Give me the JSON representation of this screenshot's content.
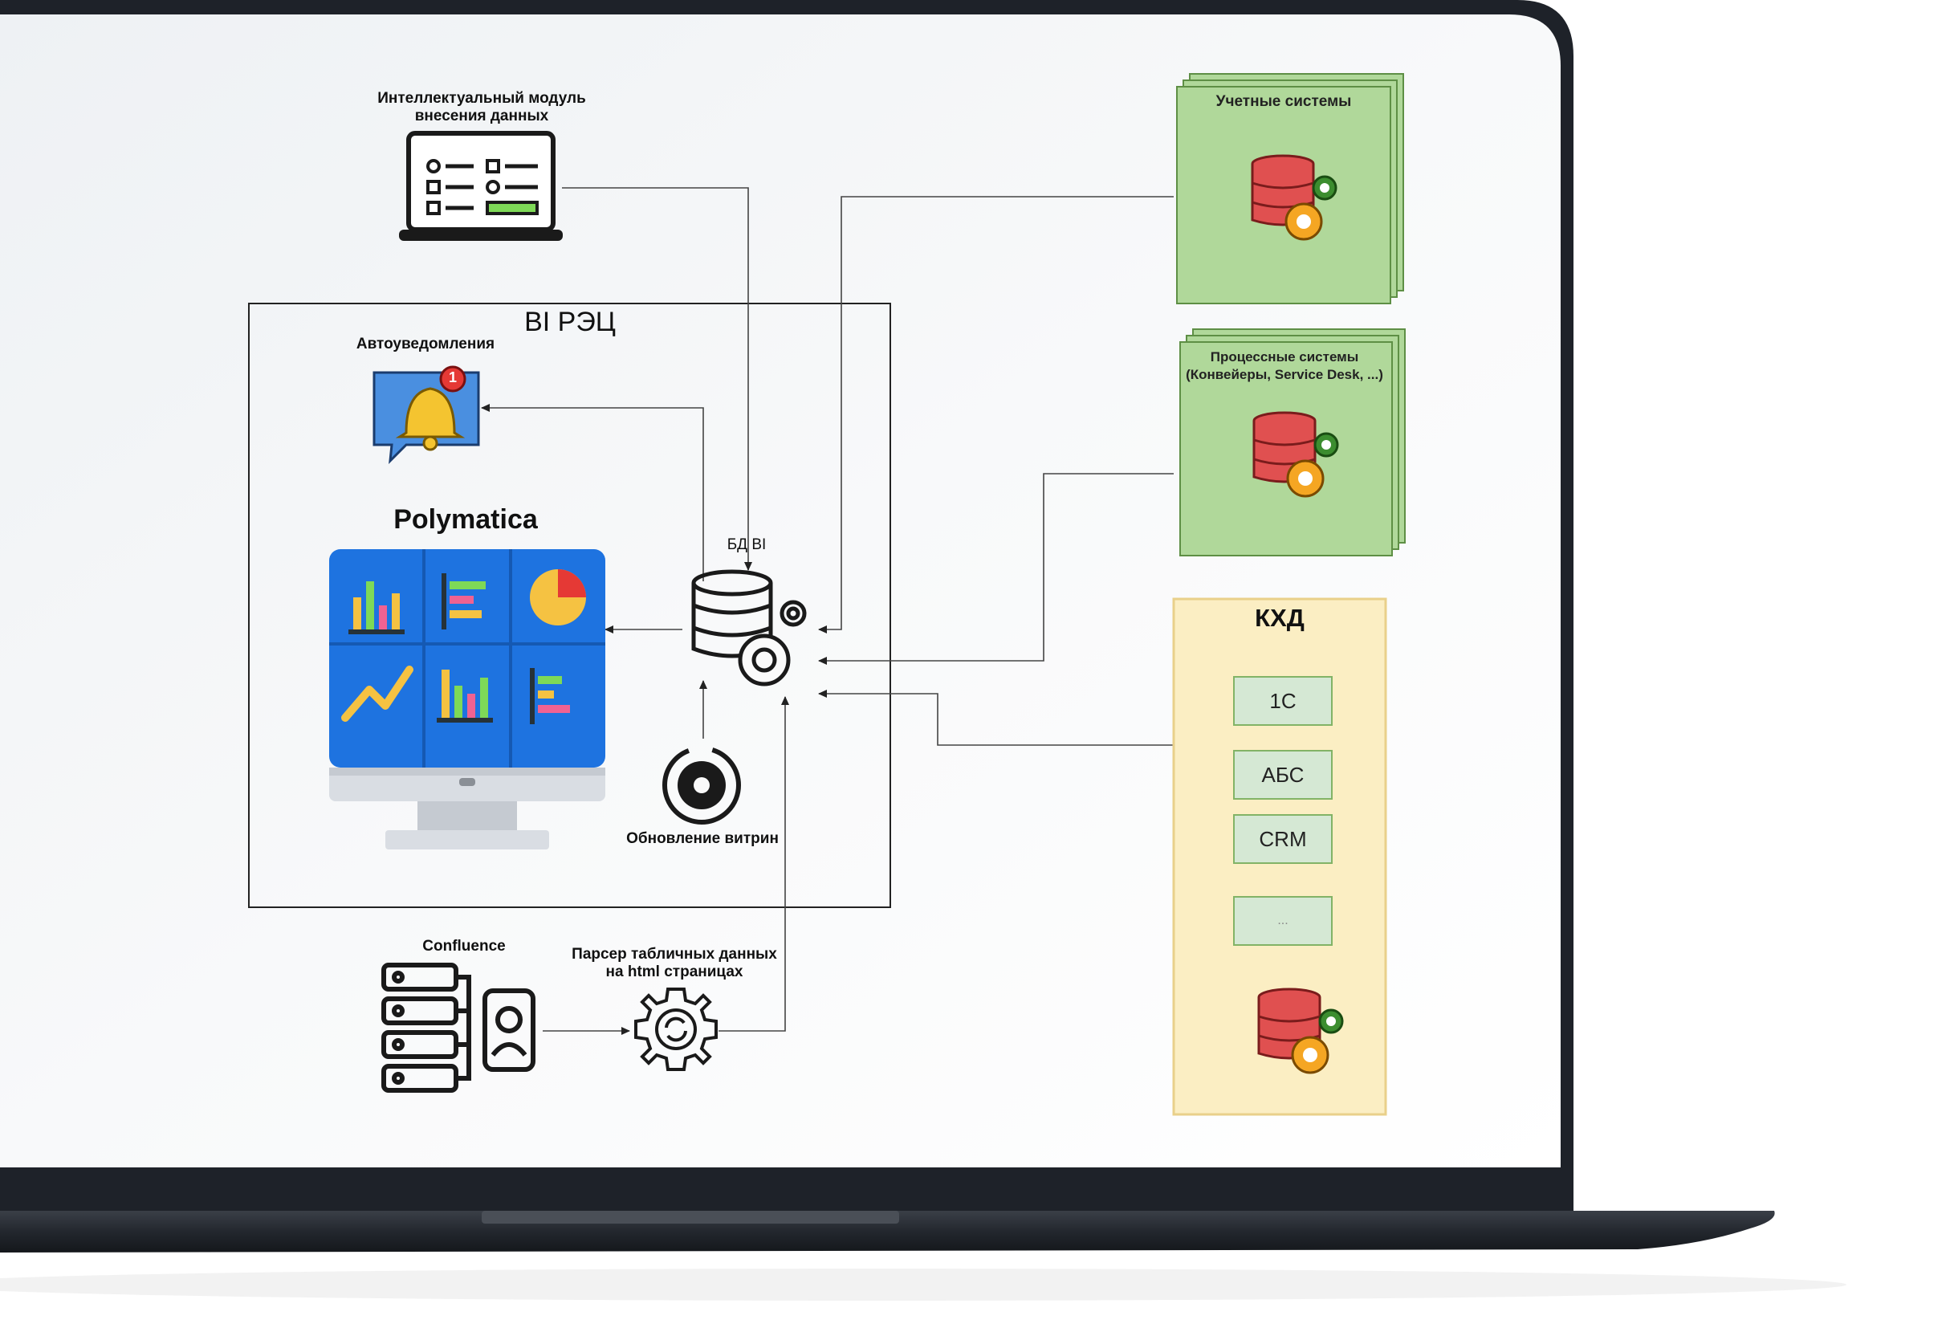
{
  "diagram": {
    "modules": {
      "input_module_label_line1": "Интеллектуальный модуль",
      "input_module_label_line2": "внесения данных"
    },
    "bi_container": {
      "title": "BI РЭЦ",
      "autonotify_label": "Автоуведомления",
      "polymatica_label": "Polymatica",
      "db_label": "БД BI",
      "refresh_label": "Обновление витрин",
      "badge_count": "1"
    },
    "sources": {
      "accounting_label": "Учетные системы",
      "process_label_line1": "Процессные системы",
      "process_label_line2": "(Конвейеры, Service Desk, ...)"
    },
    "khd": {
      "title": "КХД",
      "items": [
        "1С",
        "АБС",
        "CRM",
        "..."
      ]
    },
    "bottom": {
      "confluence_label": "Confluence",
      "parser_label_line1": "Парсер табличных данных",
      "parser_label_line2": "на html страницах"
    }
  },
  "colors": {
    "screen_bg": "#f5f7f9",
    "laptop_frame": "#1e2229",
    "green_fill": "#b0d89a",
    "green_border": "#5e8f45",
    "khd_fill": "#fbeec3",
    "khd_border": "#e9d08a",
    "db_red": "#e05050",
    "gear_orange": "#f5a623",
    "gear_green": "#3c8d2f",
    "dash_blue": "#1e73e0"
  }
}
